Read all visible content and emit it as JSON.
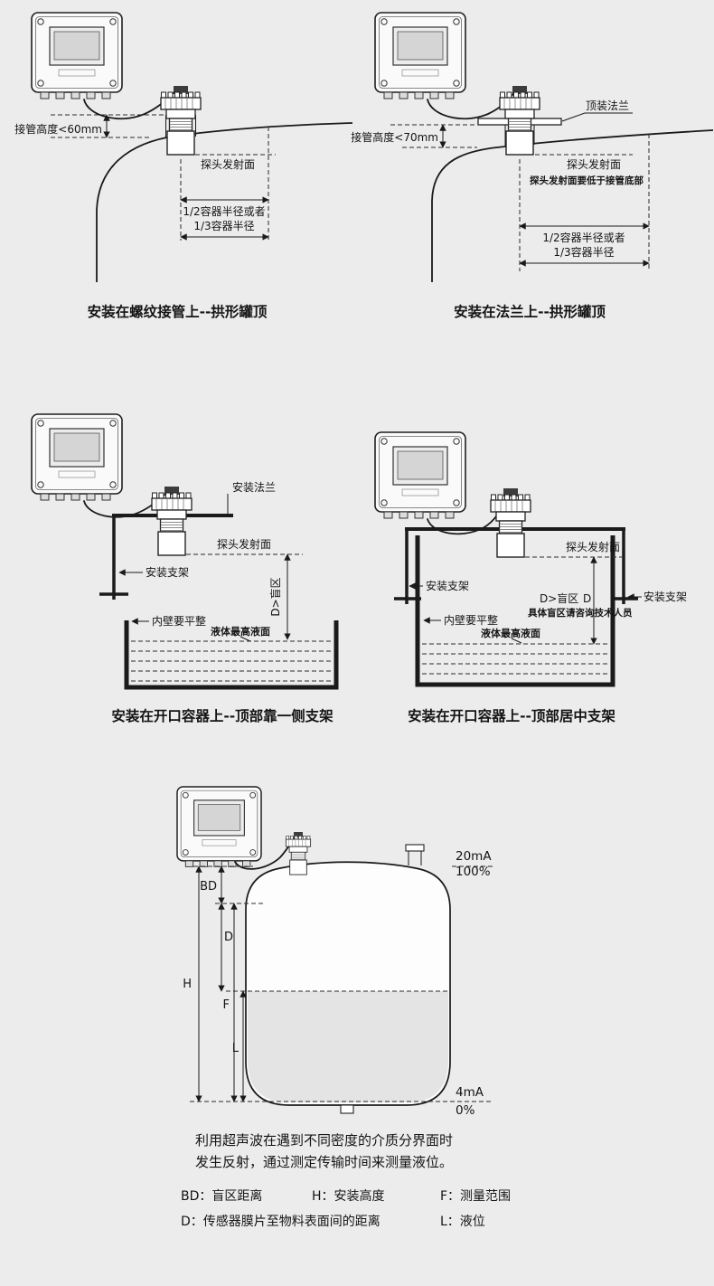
{
  "page": {
    "background": "#ececec",
    "ink": "#1a1a1a"
  },
  "panel1": {
    "caption": "安装在螺纹接管上--拱形罐顶",
    "pipe_height": "接管高度<60mm",
    "probe_face": "探头发射面",
    "radius_half": "1/2容器半径或者",
    "radius_third": "1/3容器半径"
  },
  "panel2": {
    "caption": "安装在法兰上--拱形罐顶",
    "top_flange": "顶装法兰",
    "pipe_height": "接管高度<70mm",
    "probe_face": "探头发射面",
    "probe_face_note": "探头发射面要低于接管底部",
    "radius_half": "1/2容器半径或者",
    "radius_third": "1/3容器半径"
  },
  "panel3": {
    "caption": "安装在开口容器上--顶部靠一侧支架",
    "mount_flange": "安装法兰",
    "probe_face": "探头发射面",
    "bracket": "安装支架",
    "blind_zone": "D>盲区",
    "wall_note": "内壁要平整",
    "max_level": "液体最高液面"
  },
  "panel4": {
    "caption": "安装在开口容器上--顶部居中支架",
    "probe_face": "探头发射面",
    "bracket_left": "安装支架",
    "bracket_right": "安装支架",
    "blind_zone": "D>盲区",
    "blind_dim": "D",
    "blind_note": "具体盲区请咨询技术人员",
    "wall_note": "内壁要平整",
    "max_level": "液体最高液面"
  },
  "panel5": {
    "ma_top": "20mA",
    "pct_top": "100%",
    "ma_bottom": "4mA",
    "pct_bottom": "0%",
    "dim_bd": "BD",
    "dim_d": "D",
    "dim_h": "H",
    "dim_f": "F",
    "dim_l": "L",
    "description_line1": "利用超声波在遇到不同密度的介质分界面时",
    "description_line2": "发生反射，通过测定传输时间来测量液位。",
    "legend_bd": "BD：盲区距离",
    "legend_h": "H：安装高度",
    "legend_f": "F：测量范围",
    "legend_d": "D：传感器膜片至物料表面间的距离",
    "legend_l": "L：液位"
  }
}
